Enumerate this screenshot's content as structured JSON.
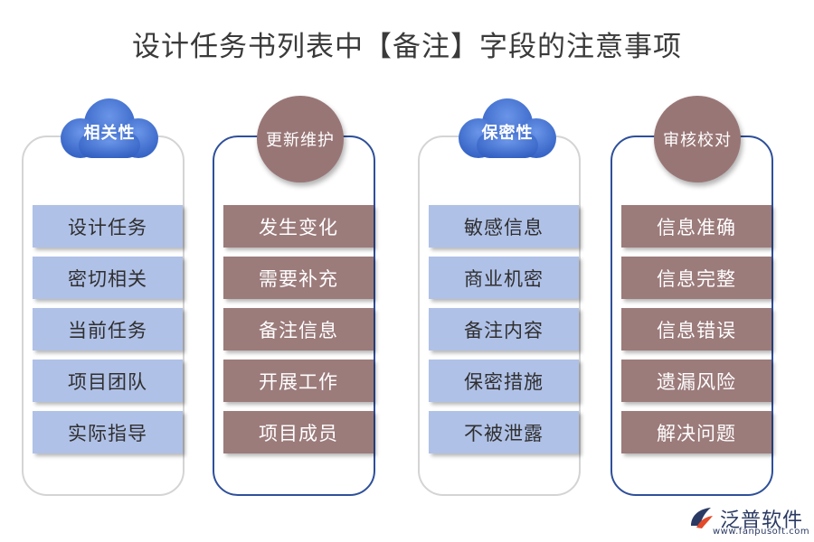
{
  "title": "设计任务书列表中【备注】字段的注意事项",
  "columns": [
    {
      "header": "相关性",
      "items": [
        "设计任务",
        "密切相关",
        "当前任务",
        "项目团队",
        "实际指导"
      ]
    },
    {
      "header": "更新维护",
      "items": [
        "发生变化",
        "需要补充",
        "备注信息",
        "开展工作",
        "项目成员"
      ]
    },
    {
      "header": "保密性",
      "items": [
        "敏感信息",
        "商业机密",
        "备注内容",
        "保密措施",
        "不被泄露"
      ]
    },
    {
      "header": "审核校对",
      "items": [
        "信息准确",
        "信息完整",
        "信息错误",
        "遗漏风险",
        "解决问题"
      ]
    }
  ],
  "logo": {
    "name": "泛普软件",
    "url": "www.fanpusoft.com"
  },
  "colors": {
    "light_box": "#b0c1e7",
    "dark_box": "#9c7b7b",
    "cloud": "#3f6fd0",
    "circle": "#997676"
  }
}
